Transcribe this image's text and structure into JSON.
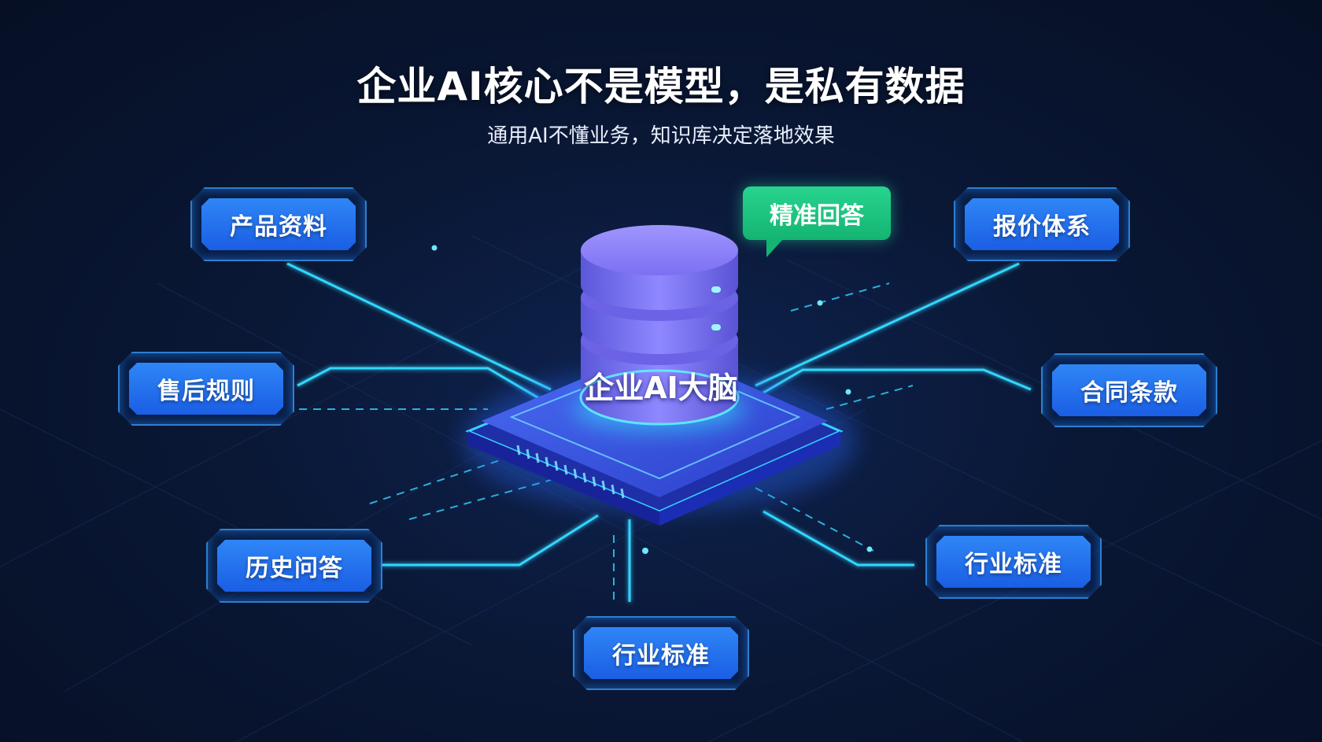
{
  "title": "企业AI核心不是模型，是私有数据",
  "subtitle": "通用AI不懂业务，知识库决定落地效果",
  "core": {
    "label": "企业AI大脑"
  },
  "bubble": {
    "label": "精准回答"
  },
  "nodes": [
    {
      "label": "产品资料"
    },
    {
      "label": "售后规则"
    },
    {
      "label": "历史问答"
    },
    {
      "label": "行业标准"
    },
    {
      "label": "行业标准"
    },
    {
      "label": "合同条款"
    },
    {
      "label": "报价体系"
    }
  ],
  "colors": {
    "background": "#0a1836",
    "line": "#33d6ff",
    "node_face": "#2f86f6",
    "node_frame": "#3aa0ff",
    "bubble": "#1fc482",
    "cylinder": "#7a6ff0",
    "chip": "#3a56e6"
  }
}
